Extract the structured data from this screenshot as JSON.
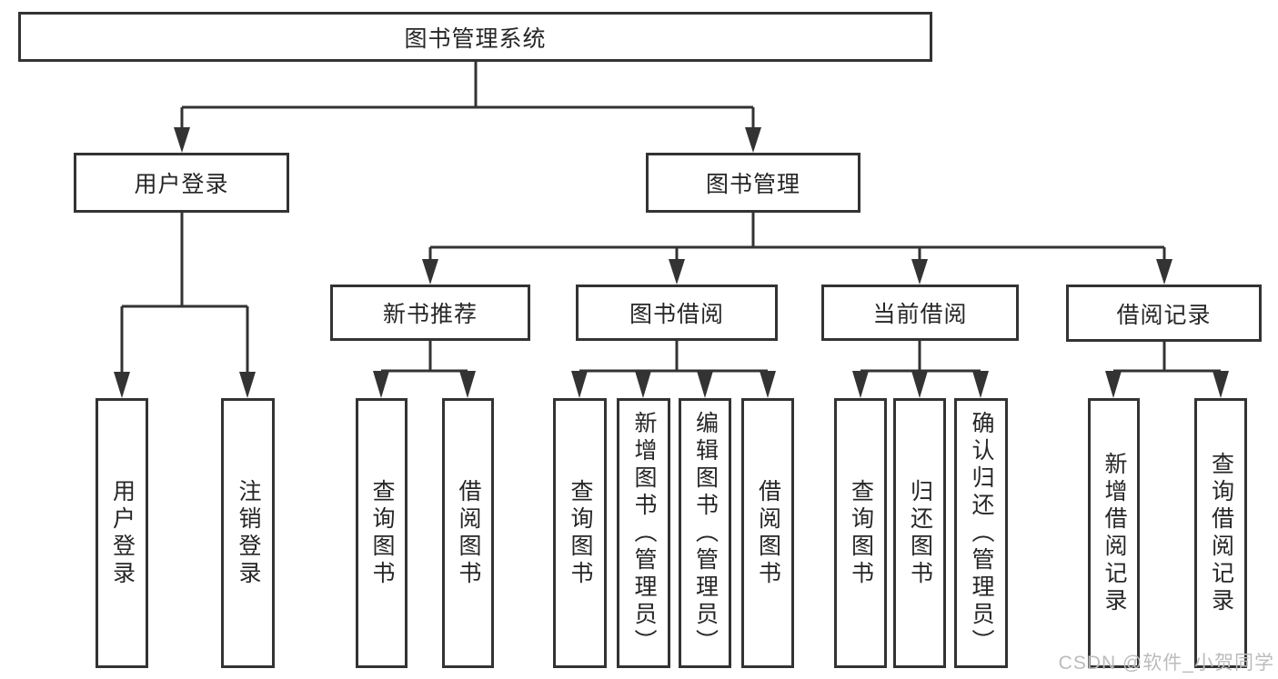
{
  "tree": {
    "label": "图书管理系统",
    "children": [
      {
        "label": "用户登录",
        "children": [
          {
            "label": "用户登录"
          },
          {
            "label": "注销登录"
          }
        ]
      },
      {
        "label": "图书管理",
        "children": [
          {
            "label": "新书推荐",
            "children": [
              {
                "label": "查询图书"
              },
              {
                "label": "借阅图书"
              }
            ]
          },
          {
            "label": "图书借阅",
            "children": [
              {
                "label": "查询图书"
              },
              {
                "label": "新增图书（管理员）"
              },
              {
                "label": "编辑图书（管理员）"
              },
              {
                "label": "借阅图书"
              }
            ]
          },
          {
            "label": "当前借阅",
            "children": [
              {
                "label": "查询图书"
              },
              {
                "label": "归还图书"
              },
              {
                "label": "确认归还（管理员）"
              }
            ]
          },
          {
            "label": "借阅记录",
            "children": [
              {
                "label": "新增借阅记录"
              },
              {
                "label": "查询借阅记录"
              }
            ]
          }
        ]
      }
    ]
  },
  "watermark": {
    "text": "CSDN @软件_小贺同学"
  },
  "colors": {
    "line": "#333333",
    "box_border": "#333333",
    "text": "#262626",
    "background": "#ffffff",
    "watermark": "#bcbcbc"
  }
}
